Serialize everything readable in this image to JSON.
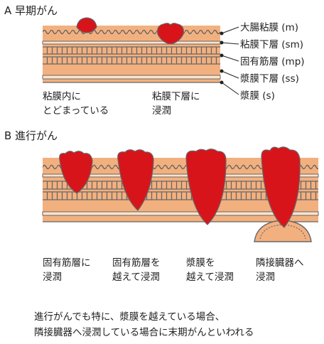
{
  "section_a": {
    "title": "A 早期がん",
    "layers": [
      "大腸粘膜 (m)",
      "粘膜下層 (sm)",
      "固有筋層 (mp)",
      "漿膜下層 (ss)",
      "漿膜 (s)"
    ],
    "captions": [
      {
        "line1": "粘膜内に",
        "line2": "とどまっている"
      },
      {
        "line1": "粘膜下層に",
        "line2": "浸潤"
      }
    ]
  },
  "section_b": {
    "title": "B 進行がん",
    "captions": [
      {
        "line1": "固有筋層に",
        "line2": "浸潤"
      },
      {
        "line1": "固有筋層を",
        "line2": "越えて浸潤"
      },
      {
        "line1": "漿膜を",
        "line2": "越えて浸潤"
      },
      {
        "line1": "隣接臓器へ",
        "line2": "浸潤"
      }
    ]
  },
  "footer": {
    "line1": "進行がんでも特に、漿膜を越えている場合、",
    "line2": "隣接臓器へ浸潤している場合に末期がんといわれる"
  },
  "colors": {
    "tissue": "#f3b07f",
    "tumor": "#d8141b",
    "outline": "#555555",
    "muscle_band": "#fbe3cc"
  }
}
